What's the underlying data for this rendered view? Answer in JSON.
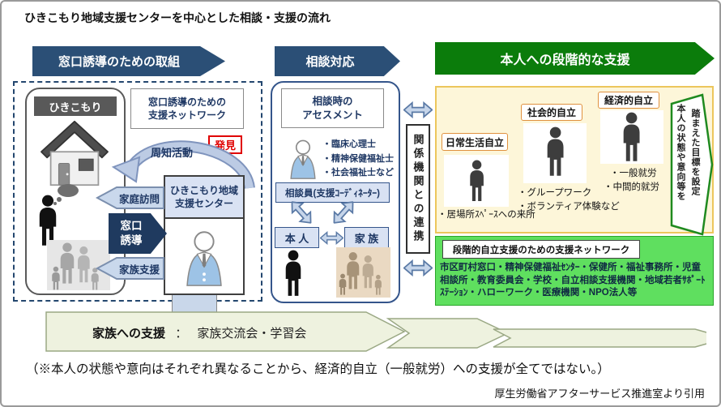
{
  "title": "ひきこもり地域支援センターを中心とした相談・支援の流れ",
  "headers": {
    "left": "窓口誘導のための取組",
    "middle": "相談対応",
    "right": "本人への段階的な支援"
  },
  "left_area": {
    "hikikomori_label": "ひきこもり",
    "network_box": "窓口誘導のための\n支援ネットワーク",
    "discovery_badge": "発見",
    "outreach_label": "周知活動",
    "home_visit_arrow": "家庭訪問",
    "window_guidance_arrow": "窓口\n誘導",
    "family_support_arrow": "家族支援",
    "center_box": "ひきこもり地域\n支援センター"
  },
  "middle_area": {
    "assessment_box": "相談時の\nアセスメント",
    "staff_bullets": [
      "・臨床心理士",
      "・精神保健福祉士",
      "・社会福祉士など"
    ],
    "counselor_box": "相談員(支援ｺｰﾃﾞｨﾈｰﾀｰ)",
    "person_box": "本 人",
    "family_box": "家 族"
  },
  "link_strip": {
    "label": "関係機関との連携"
  },
  "stages_area": {
    "stages": [
      {
        "label": "日常生活自立",
        "bullets": [
          "・居場所ｽﾍﾟｰｽへの来所"
        ]
      },
      {
        "label": "社会的自立",
        "bullets": [
          "・グループワーク",
          "・ボランティア体験など"
        ]
      },
      {
        "label": "経済的自立",
        "bullets": [
          "・一般就労",
          "・中間的就労"
        ]
      }
    ],
    "goal_note": {
      "col_left": "本人の状態や意向等を",
      "col_right": "踏まえた目標を設定"
    }
  },
  "support_network": {
    "title": "段階的自立支援のための支援ネットワーク",
    "body": "市区町村窓口・精神保健福祉ｾﾝﾀｰ・保健所・福祉事務所・児童相談所・教育委員会・学校・自立相談支援機関・地域若者ｻﾎﾟｰﾄｽﾃｰｼｮﾝ・ハローワーク・医療機関・NPO法人等"
  },
  "family_banner": {
    "label": "家族への支援",
    "separator": "：",
    "content": "家族交流会・学習会"
  },
  "footnote": "（※本人の状態や意向はそれぞれ異なることから、経済的自立（一般就労）への支援が全てではない。）",
  "attribution": "厚生労働省アフターサービス推進室より引用",
  "colors": {
    "navy": "#2b4f76",
    "dark_navy": "#1f3a5f",
    "green": "#0b7c0b",
    "light_blue": "#c6d5ea",
    "panel_blue": "#d9e2f3",
    "yellow_bg": "#fdf6d9",
    "yellow_border": "#ecc65c",
    "green_bg": "#5fdf5f",
    "banner_bg": "#eef2df",
    "red": "#e00000"
  }
}
